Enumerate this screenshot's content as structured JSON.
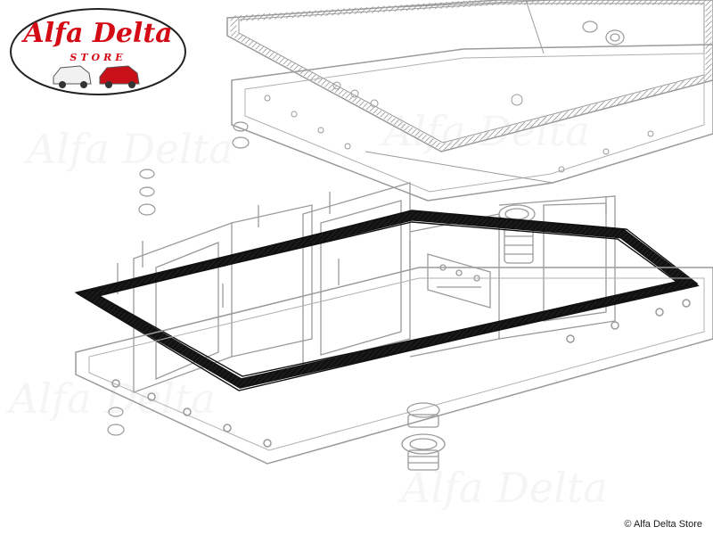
{
  "brand": {
    "title": "Alfa Delta",
    "subtitle": "STORE",
    "primary_color": "#d40a14",
    "cars": [
      "white-vintage-car",
      "red-vintage-car"
    ]
  },
  "footer": {
    "copyright": "© Alfa Delta Store"
  },
  "watermark": {
    "text": "Alfa Delta"
  },
  "diagram": {
    "highlighted_part": "oil-pan-gasket",
    "line_color": "#8a8a8a",
    "highlight_color": "#111111"
  }
}
